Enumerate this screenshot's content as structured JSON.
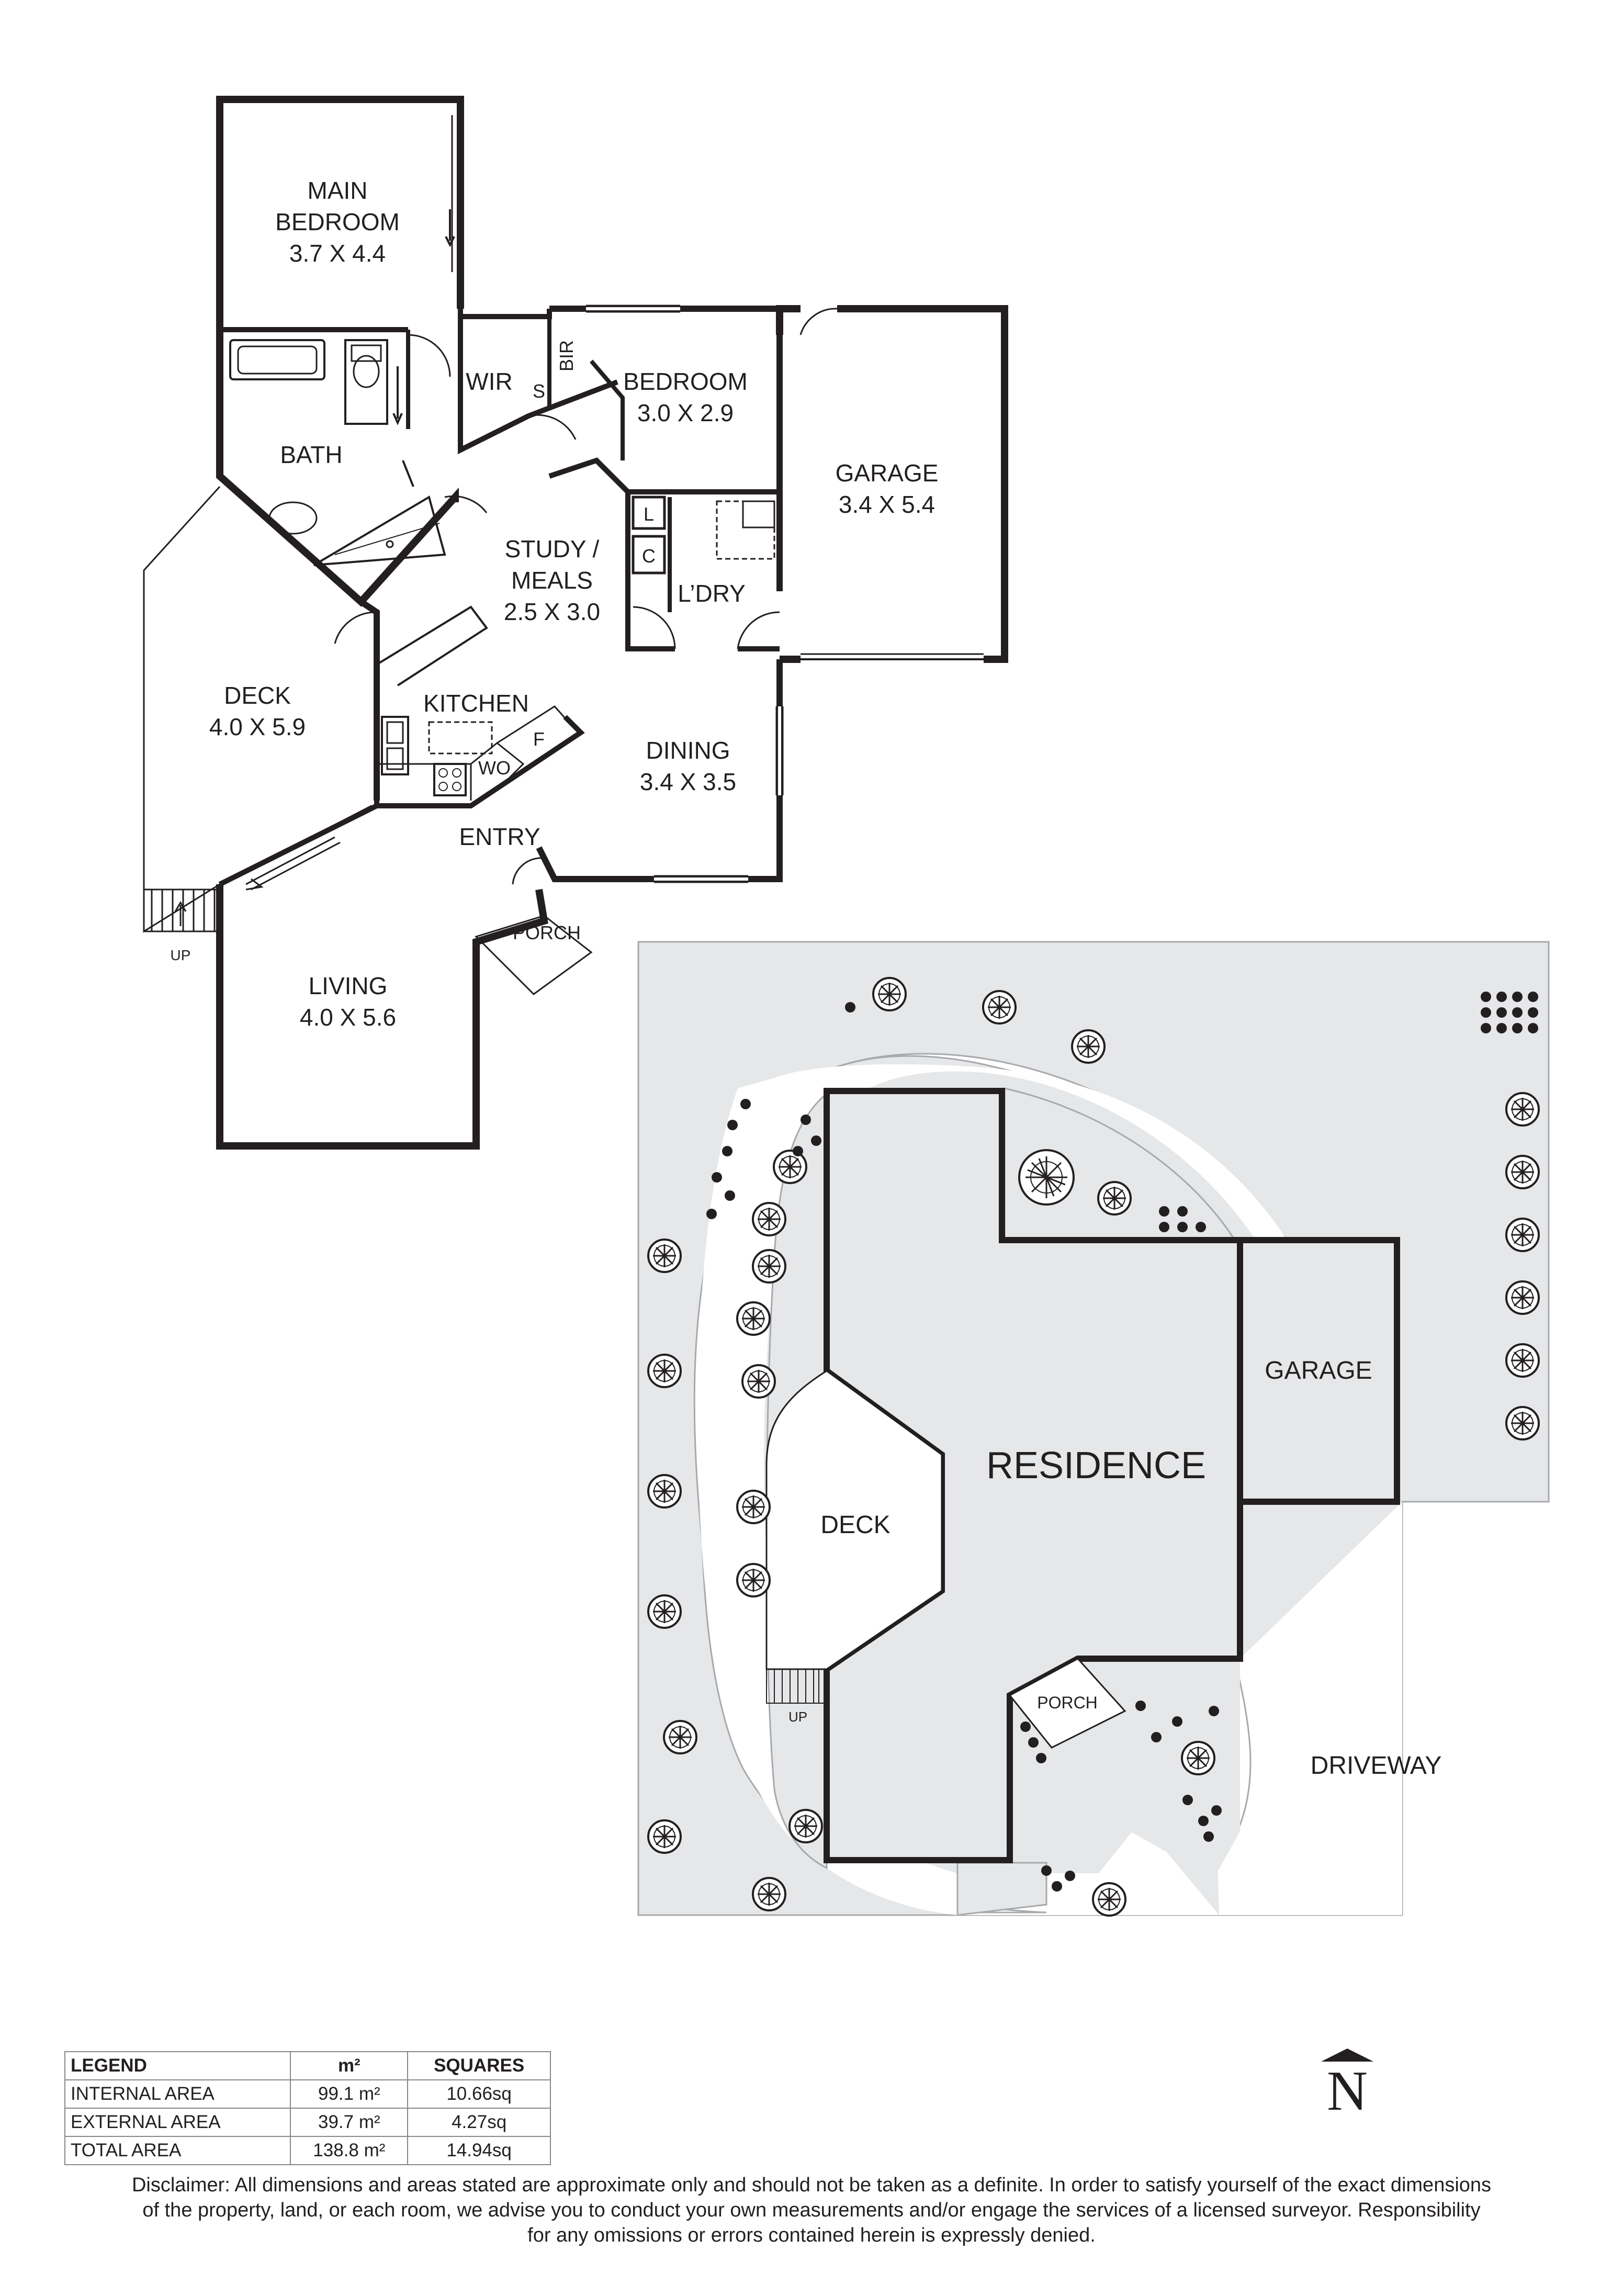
{
  "rooms": {
    "main_bedroom": {
      "name_line1": "MAIN",
      "name_line2": "BEDROOM",
      "size": "3.7 X 4.4"
    },
    "bedroom": {
      "name": "BEDROOM",
      "size": "3.0 X 2.9"
    },
    "garage": {
      "name": "GARAGE",
      "size": "3.4 X 5.4"
    },
    "bath": {
      "name": "BATH"
    },
    "wir": {
      "name": "WIR"
    },
    "bir": {
      "name": "BIR"
    },
    "s": {
      "name": "S"
    },
    "study_meals": {
      "name_line1": "STUDY /",
      "name_line2": "MEALS",
      "size": "2.5 X 3.0"
    },
    "laundry": {
      "name": "L’DRY"
    },
    "l": {
      "name": "L"
    },
    "c": {
      "name": "C"
    },
    "kitchen": {
      "name": "KITCHEN"
    },
    "f": {
      "name": "F"
    },
    "wo": {
      "name": "WO"
    },
    "deck": {
      "name": "DECK",
      "size": "4.0 X 5.9"
    },
    "dining": {
      "name": "DINING",
      "size": "3.4 X 3.5"
    },
    "entry": {
      "name": "ENTRY"
    },
    "porch": {
      "name": "PORCH"
    },
    "living": {
      "name": "LIVING",
      "size": "4.0 X 5.6"
    },
    "up": {
      "name": "UP"
    }
  },
  "site_plan": {
    "residence": "RESIDENCE",
    "garage": "GARAGE",
    "deck": "DECK",
    "porch": "PORCH",
    "driveway": "DRIVEWAY",
    "up": "UP"
  },
  "legend": {
    "headers": [
      "LEGEND",
      "m²",
      "SQUARES"
    ],
    "rows": [
      [
        "INTERNAL AREA",
        "99.1 m²",
        "10.66sq"
      ],
      [
        "EXTERNAL AREA",
        "39.7 m²",
        "4.27sq"
      ],
      [
        "TOTAL AREA",
        "138.8 m²",
        "14.94sq"
      ]
    ]
  },
  "north": "N",
  "disclaimer": {
    "line1": "Disclaimer: All dimensions and areas stated are approximate only and should not be taken as a definite. In order to satisfy yourself of the exact dimensions",
    "line2": "of the property, land, or each room, we advise you to conduct your own measurements and/or engage the services of a licensed surveyor. Responsibility",
    "line3": "for any omissions or errors contained herein is expressly denied."
  }
}
